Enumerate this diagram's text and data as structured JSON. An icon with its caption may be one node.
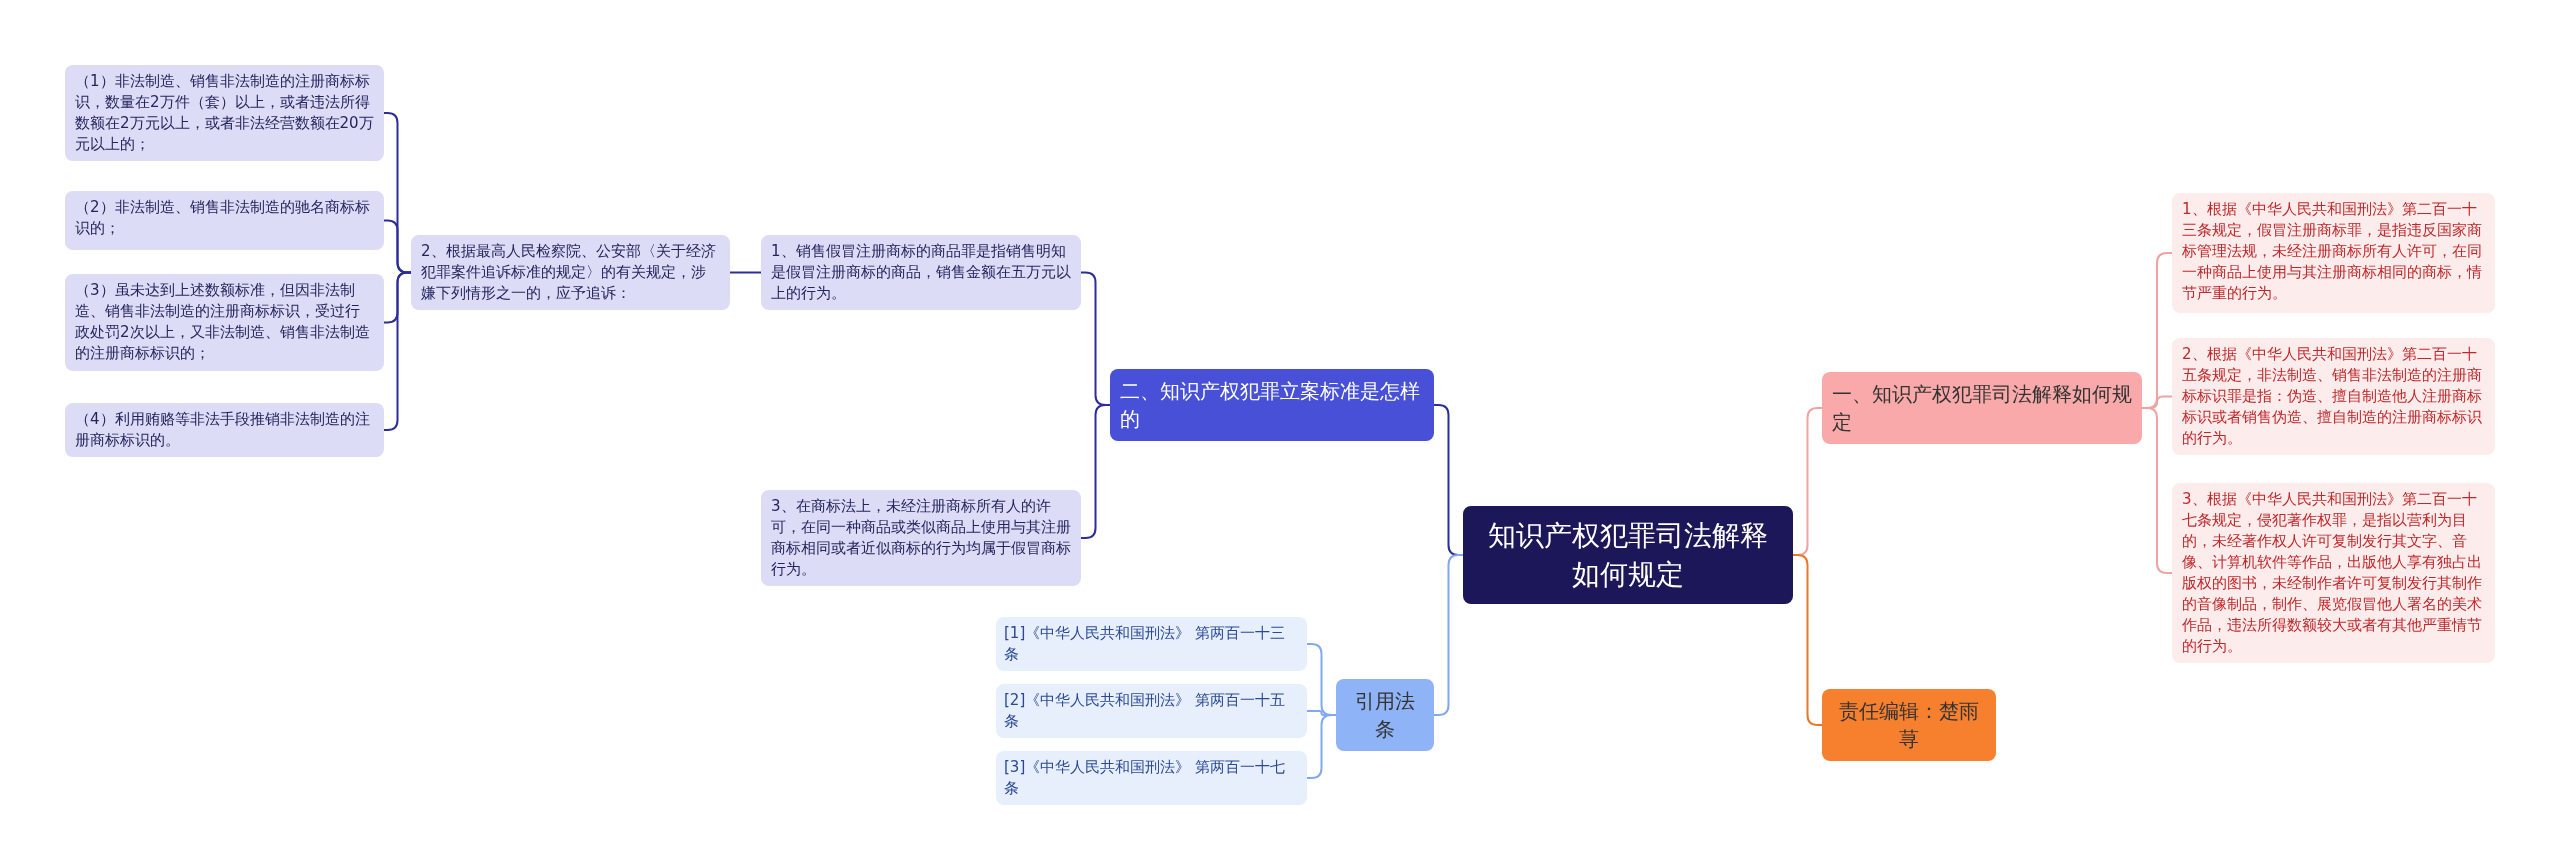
{
  "diagram": {
    "nodes": [
      {
        "text": [
          "知识产权犯罪司法解释如何规定"
        ]
      },
      {
        "text": [
          "一、知识产权犯罪司法解释如何规定"
        ]
      },
      {
        "text": [
          "1、根据《中华人民共和国刑法》第二百一十三条规定，假冒注册商标罪，是指违反国家商标管理法规，未经注册商标所有人许可，在同一种商品上使用与其注册商标相同的商标，情节严重的行为。"
        ]
      },
      {
        "text": [
          "2、根据《中华人民共和国刑法》第二百一十五条规定，非法制造、销售非法制造的注册商标标识罪是指：伪造、擅自制造他人注册商标标识或者销售伪造、擅自制造的注册商标标识的行为。"
        ]
      },
      {
        "text": [
          "3、根据《中华人民共和国刑法》第二百一十七条规定，侵犯著作权罪，是指以营利为目的，未经著作权人许可复制发行其文字、音像、计算机软件等作品，出版他人享有独占出版权的图书，未经制作者许可复制发行其制作的音像制品，制作、展览假冒他人署名的美术作品，违法所得数额较大或者有其他严重情节的行为。"
        ]
      },
      {
        "text": [
          "二、知识产权犯罪立案标准是怎样的"
        ]
      },
      {
        "text": [
          "1、销售假冒注册商标的商品罪是指销售明知是假冒注册商标的商品，销售金额在五万元以上的行为。"
        ]
      },
      {
        "text": [
          "2、根据最高人民检察院、公安部〈关于经济犯罪案件追诉标准的规定〉的有关规定，涉嫌下列情形之一的，应予追诉："
        ]
      },
      {
        "text": [
          "（1）非法制造、销售非法制造的注册商标标识，数量在2万件（套）以上，或者违法所得数额在2万元以上，或者非法经营数额在20万元以上的；"
        ]
      },
      {
        "text": [
          "（2）非法制造、销售非法制造的驰名商标标识的；"
        ]
      },
      {
        "text": [
          "（3）虽未达到上述数额标准，但因非法制造、销售非法制造的注册商标标识，受过行政处罚2次以上，又非法制造、销售非法制造的注册商标标识的；"
        ]
      },
      {
        "text": [
          "（4）利用贿赂等非法手段推销非法制造的注册商标标识的。"
        ]
      },
      {
        "text": [
          "3、在商标法上，未经注册商标所有人的许可，在同一种商品或类似商品上使用与其注册商标相同或者近似商标的行为均属于假冒商标行为。"
        ]
      },
      {
        "text": [
          "引用法条"
        ]
      },
      {
        "text": [
          "[1]《中华人民共和国刑法》 第两百一十三条"
        ]
      },
      {
        "text": [
          "[2]《中华人民共和国刑法》 第两百一十五条"
        ]
      },
      {
        "text": [
          "[3]《中华人民共和国刑法》 第两百一十七条"
        ]
      },
      {
        "text": [
          "责任编辑：楚雨荨"
        ]
      }
    ],
    "edges": [
      {
        "from": 0,
        "to": 1,
        "arrow": "none",
        "color": "#f0a3a3"
      },
      {
        "from": 1,
        "to": 2,
        "arrow": "none",
        "color": "#f0a3a3"
      },
      {
        "from": 1,
        "to": 3,
        "arrow": "none",
        "color": "#f0a3a3"
      },
      {
        "from": 1,
        "to": 4,
        "arrow": "none",
        "color": "#f0a3a3"
      },
      {
        "from": 0,
        "to": 5,
        "arrow": "none"
      },
      {
        "from": 5,
        "to": 6,
        "arrow": "none"
      },
      {
        "from": 6,
        "to": 7,
        "arrow": "none"
      },
      {
        "from": 7,
        "to": 8,
        "arrow": "none"
      },
      {
        "from": 7,
        "to": 9,
        "arrow": "none"
      },
      {
        "from": 7,
        "to": 10,
        "arrow": "none"
      },
      {
        "from": 7,
        "to": 11,
        "arrow": "none"
      },
      {
        "from": 5,
        "to": 12,
        "arrow": "none"
      },
      {
        "from": 0,
        "to": 13,
        "arrow": "none",
        "color": "#82a9ee"
      },
      {
        "from": 13,
        "to": 14,
        "arrow": "none",
        "color": "#82a9ee"
      },
      {
        "from": 13,
        "to": 15,
        "arrow": "none",
        "color": "#82a9ee"
      },
      {
        "from": 13,
        "to": 16,
        "arrow": "none",
        "color": "#82a9ee"
      },
      {
        "from": 0,
        "to": 17,
        "arrow": "none",
        "color": "#e8792b"
      }
    ]
  }
}
